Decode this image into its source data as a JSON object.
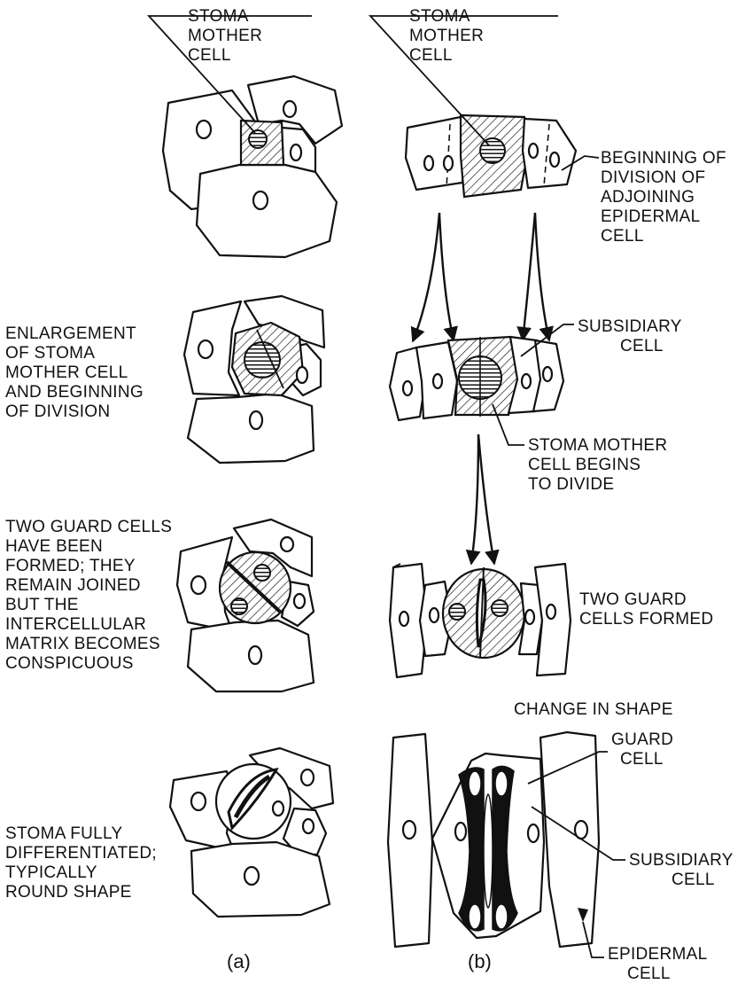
{
  "labels": {
    "a_stoma_mother_cell": [
      "STOMA",
      "MOTHER",
      "CELL"
    ],
    "b_stoma_mother_cell": [
      "STOMA",
      "MOTHER",
      "CELL"
    ],
    "beginning_division": [
      "BEGINNING OF",
      "DIVISION OF",
      "ADJOINING",
      "EPIDERMAL",
      "CELL"
    ],
    "enlargement": [
      "ENLARGEMENT",
      "OF STOMA",
      "MOTHER CELL",
      "AND BEGINNING",
      "OF DIVISION"
    ],
    "subsidiary_cell_top": [
      "SUBSIDIARY",
      "CELL"
    ],
    "mother_cell_divides": [
      "STOMA MOTHER",
      "CELL BEGINS",
      "TO DIVIDE"
    ],
    "two_guard_cells_a": [
      "TWO GUARD CELLS",
      "HAVE BEEN",
      "FORMED; THEY",
      "REMAIN JOINED",
      "BUT THE",
      "INTERCELLULAR",
      "MATRIX BECOMES",
      "CONSPICUOUS"
    ],
    "two_guard_cells_b": [
      "TWO GUARD",
      "CELLS FORMED"
    ],
    "change_in_shape": [
      "CHANGE IN SHAPE"
    ],
    "guard_cell": [
      "GUARD",
      "CELL"
    ],
    "stoma_fully": [
      "STOMA FULLY",
      "DIFFERENTIATED;",
      "TYPICALLY",
      "ROUND SHAPE"
    ],
    "subsidiary_cell_bottom": [
      "SUBSIDIARY",
      "CELL"
    ],
    "epidermal_cell": [
      "EPIDERMAL",
      "CELL"
    ]
  },
  "captions": {
    "a": "(a)",
    "b": "(b)"
  }
}
